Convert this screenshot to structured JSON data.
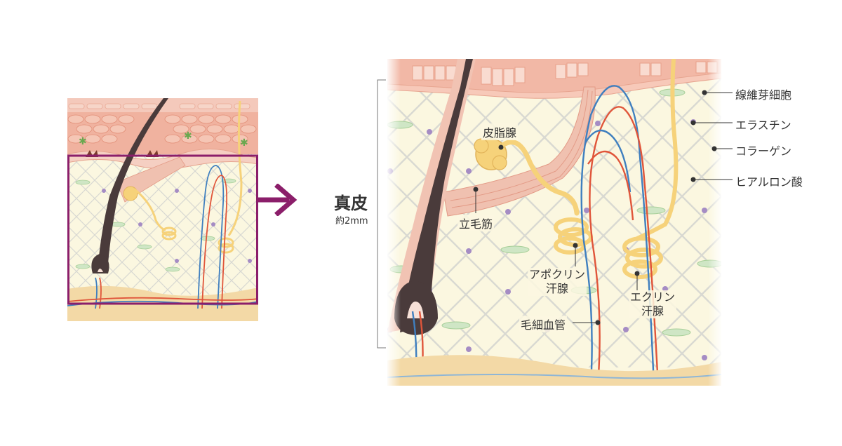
{
  "labels": {
    "dermis_title": "真皮",
    "dermis_thickness": "約2mm",
    "sebaceous_gland": "皮脂腺",
    "arrector_pili": "立毛筋",
    "apocrine_line1": "アポクリン",
    "apocrine_line2": "汗腺",
    "eccrine_line1": "エクリン",
    "eccrine_line2": "汗腺",
    "capillary": "毛細血管",
    "fibroblast": "線維芽細胞",
    "elastin": "エラスチン",
    "collagen": "コラーゲン",
    "hyaluronic_acid": "ヒアルロン酸"
  },
  "colors": {
    "frame": "#8b1e6a",
    "arrow": "#8b1e6a",
    "dermis_bg": "#fbf7e0",
    "epidermis": "#f2b8a6",
    "hair": "#4a3b3b",
    "gland": "#f6d27a",
    "artery": "#e0553a",
    "vein": "#3f7fbf",
    "fat": "#f3d9a6",
    "fibroblast": "#cfe6c5",
    "elastin": "#a58cc4"
  }
}
